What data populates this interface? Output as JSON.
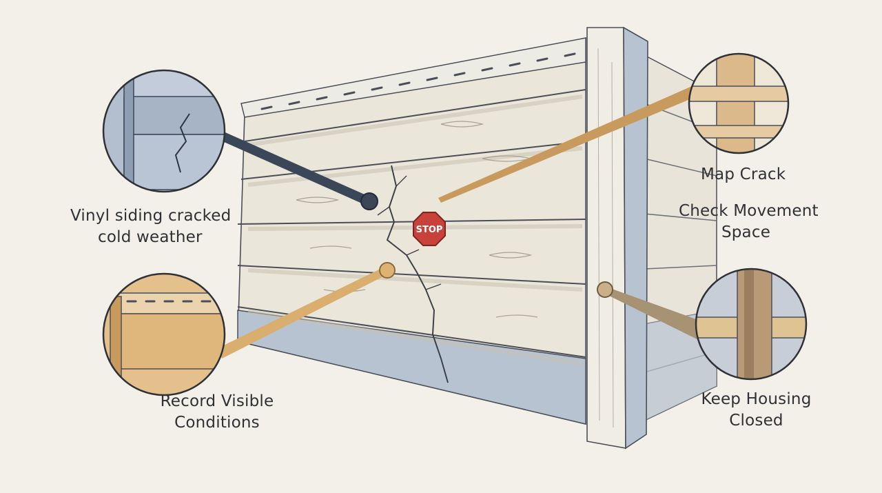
{
  "diagram": {
    "sign_text": "STOP",
    "callouts": {
      "cracked_siding": {
        "lines": [
          "Vinyl siding cracked",
          "cold weather"
        ],
        "color": "#3b4658"
      },
      "map_crack": {
        "lines": [
          "Map Crack"
        ],
        "color": "#c99a5e"
      },
      "movement_space": {
        "lines": [
          "Check Movement",
          "Space"
        ]
      },
      "record_conditions": {
        "lines": [
          "Record Visible",
          "Conditions"
        ],
        "color": "#d9ae6e"
      },
      "housing_closed": {
        "lines": [
          "Keep Housing",
          "Closed"
        ],
        "color": "#a89274"
      }
    },
    "colors": {
      "background": "#f2f0e9",
      "siding_cream": "#ebe6da",
      "siding_blue": "#b8c3d2",
      "outline": "#4a4e58",
      "stop_red": "#c8413a"
    }
  }
}
